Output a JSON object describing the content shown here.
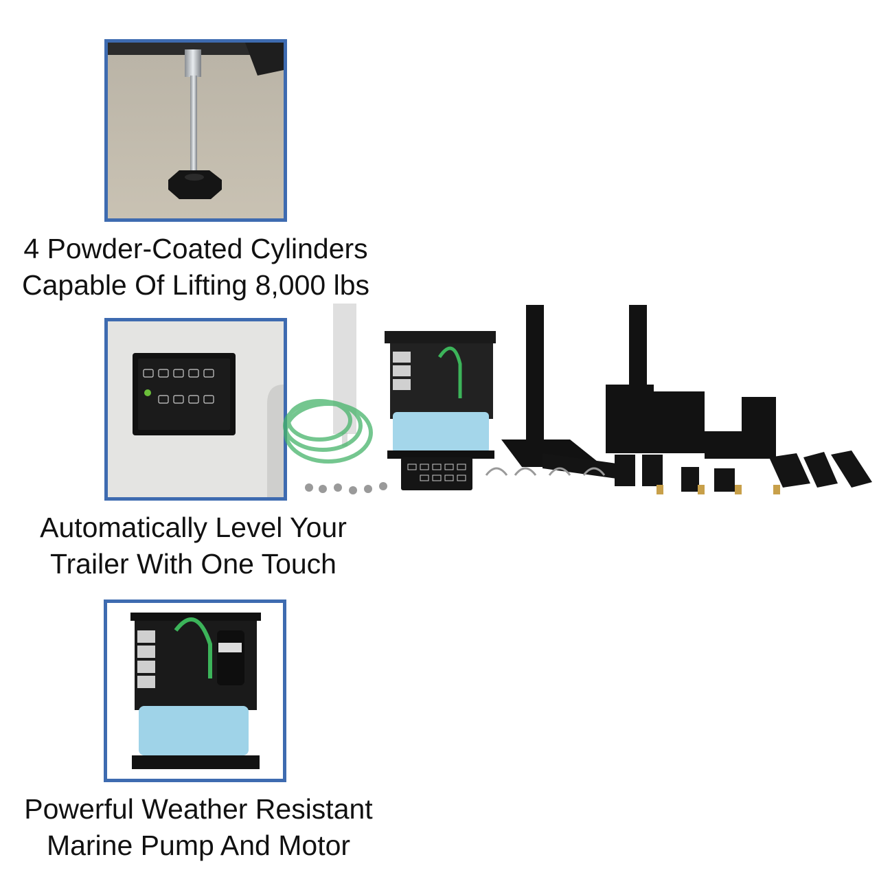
{
  "features": [
    {
      "line1": "4 Powder-Coated Cylinders",
      "line2": "Capable Of Lifting 8,000 lbs"
    },
    {
      "line1": "Automatically Level Your",
      "line2": "Trailer With One Touch"
    },
    {
      "line1": "Powerful Weather Resistant",
      "line2": "Marine Pump And Motor"
    }
  ],
  "colors": {
    "frame_border": "#3e6bb0",
    "caption_text": "#111111"
  }
}
